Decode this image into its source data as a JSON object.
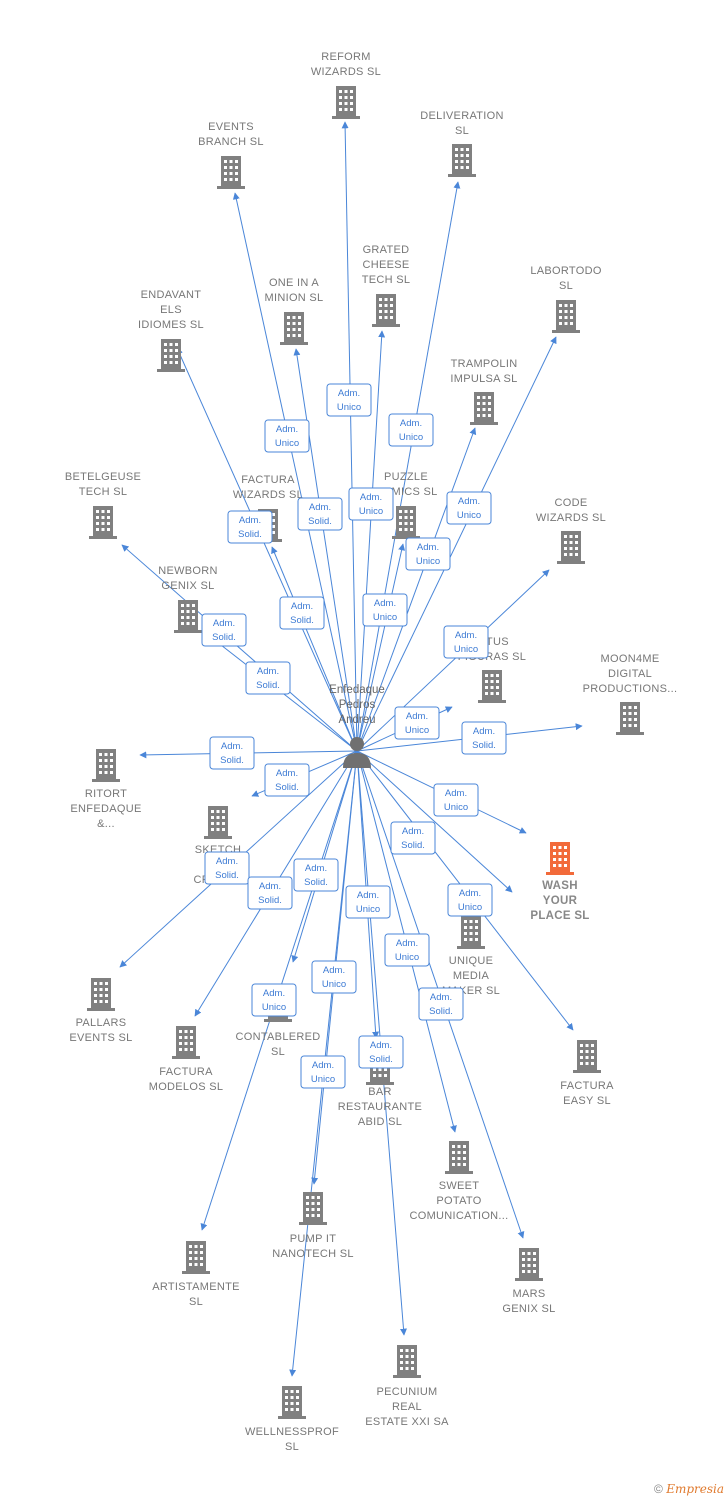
{
  "center": {
    "label": [
      "Enfedaque",
      "Pedros",
      "Andreu"
    ],
    "icon": "person-icon"
  },
  "colors": {
    "edge": "#4a86d8",
    "building": "#808080",
    "highlight": "#f26a3a"
  },
  "nodes": [
    {
      "id": "reform-wizards",
      "label": [
        "REFORM",
        "WIZARDS  SL"
      ]
    },
    {
      "id": "deliveration",
      "label": [
        "DELIVERATION",
        "SL"
      ]
    },
    {
      "id": "events-branch",
      "label": [
        "EVENTS",
        "BRANCH  SL"
      ]
    },
    {
      "id": "grated-cheese-tech",
      "label": [
        "GRATED",
        "CHEESE",
        "TECH  SL"
      ]
    },
    {
      "id": "labortodo",
      "label": [
        "LABORTODO",
        "SL"
      ]
    },
    {
      "id": "one-in-a-minion",
      "label": [
        "ONE IN A",
        "MINION  SL"
      ]
    },
    {
      "id": "endavant-els-idiomes",
      "label": [
        "ENDAVANT",
        "ELS",
        "IDIOMES  SL"
      ]
    },
    {
      "id": "trampolin-impulsa",
      "label": [
        "TRAMPOLIN",
        "IMPULSA  SL"
      ]
    },
    {
      "id": "betelgeuse-tech",
      "label": [
        "BETELGEUSE",
        "TECH  SL"
      ]
    },
    {
      "id": "factura-wizards",
      "label": [
        "FACTURA",
        "WIZARDS  SL"
      ]
    },
    {
      "id": "puzzle-comics",
      "label": [
        "PUZZLE",
        "COMICS  SL"
      ]
    },
    {
      "id": "code-wizards",
      "label": [
        "CODE",
        "WIZARDS  SL"
      ]
    },
    {
      "id": "newborn-genix",
      "label": [
        "NEWBORN",
        "GENIX  SL"
      ]
    },
    {
      "id": "tus-figuras",
      "label": [
        "S TUS",
        "FIGURAS  SL"
      ]
    },
    {
      "id": "moon4me",
      "label": [
        "MOON4ME",
        "DIGITAL",
        "PRODUCTIONS..."
      ]
    },
    {
      "id": "ritort-enfedaque",
      "label": [
        "RITORT",
        "ENFEDAQUE",
        "&..."
      ]
    },
    {
      "id": "sketch-es-creativ",
      "label": [
        "SKETCH",
        "ES",
        "CREATIV"
      ]
    },
    {
      "id": "wash-your-place",
      "label": [
        "WASH",
        "YOUR",
        "PLACE  SL"
      ],
      "highlight": true
    },
    {
      "id": "unique-media",
      "label": [
        "UNIQUE",
        "MEDIA",
        "MAKER  SL"
      ]
    },
    {
      "id": "pallars-events",
      "label": [
        "PALLARS",
        "EVENTS  SL"
      ]
    },
    {
      "id": "factura-modelos",
      "label": [
        "FACTURA",
        "MODELOS  SL"
      ]
    },
    {
      "id": "contablered",
      "label": [
        "CONTABLERED",
        "SL"
      ]
    },
    {
      "id": "bar-restaurante-abid",
      "label": [
        "BAR",
        "RESTAURANTE",
        "ABID  SL"
      ]
    },
    {
      "id": "factura-easy",
      "label": [
        "FACTURA",
        "EASY  SL"
      ]
    },
    {
      "id": "sweet-potato",
      "label": [
        "SWEET",
        "POTATO",
        "COMUNICATION..."
      ]
    },
    {
      "id": "pump-it-nanotech",
      "label": [
        "PUMP IT",
        "NANOTECH  SL"
      ]
    },
    {
      "id": "artistamente",
      "label": [
        "ARTISTAMENTE",
        "SL"
      ]
    },
    {
      "id": "mars-genix",
      "label": [
        "MARS",
        "GENIX  SL"
      ]
    },
    {
      "id": "pecunium-real-estate",
      "label": [
        "PECUNIUM",
        "REAL",
        "ESTATE XXI SA"
      ]
    },
    {
      "id": "wellnessprof",
      "label": [
        "WELLNESSPROF",
        "SL"
      ]
    }
  ],
  "relations": [
    {
      "node": "reform-wizards",
      "label": [
        "Adm.",
        "Unico"
      ]
    },
    {
      "node": "deliveration",
      "label": [
        "Adm.",
        "Unico"
      ]
    },
    {
      "node": "events-branch",
      "label": [
        "Adm.",
        "Unico"
      ]
    },
    {
      "node": "grated-cheese-tech",
      "label": [
        "Adm.",
        "Unico"
      ]
    },
    {
      "node": "labortodo",
      "label": [
        "Adm.",
        "Unico"
      ]
    },
    {
      "node": "one-in-a-minion",
      "label": [
        "Adm.",
        "Solid."
      ]
    },
    {
      "node": "endavant-els-idiomes",
      "label": [
        "Adm.",
        "Solid."
      ]
    },
    {
      "node": "trampolin-impulsa",
      "label": [
        "Adm.",
        "Unico"
      ]
    },
    {
      "node": "betelgeuse-tech",
      "label": [
        "Adm.",
        "Solid."
      ]
    },
    {
      "node": "factura-wizards",
      "label": [
        "Adm.",
        "Solid."
      ]
    },
    {
      "node": "puzzle-comics",
      "label": [
        "Adm.",
        "Unico"
      ]
    },
    {
      "node": "code-wizards",
      "label": [
        "Adm.",
        "Unico"
      ]
    },
    {
      "node": "newborn-genix",
      "label": [
        "Adm.",
        "Solid."
      ]
    },
    {
      "node": "tus-figuras",
      "label": [
        "Adm.",
        "Unico"
      ]
    },
    {
      "node": "moon4me",
      "label": [
        "Adm.",
        "Solid."
      ]
    },
    {
      "node": "ritort-enfedaque",
      "label": [
        "Adm.",
        "Solid."
      ]
    },
    {
      "node": "sketch-es-creativ",
      "label": [
        "Adm.",
        "Solid."
      ]
    },
    {
      "node": "wash-your-place",
      "label": [
        "Adm.",
        "Unico"
      ]
    },
    {
      "node": "unique-media",
      "label": [
        "Adm.",
        "Solid."
      ]
    },
    {
      "node": "pallars-events",
      "label": [
        "Adm.",
        "Solid."
      ]
    },
    {
      "node": "factura-modelos",
      "label": [
        "Adm.",
        "Solid."
      ]
    },
    {
      "node": "contablered",
      "label": [
        "Adm.",
        "Solid."
      ]
    },
    {
      "node": "bar-restaurante-abid",
      "label": [
        "Adm.",
        "Unico"
      ]
    },
    {
      "node": "factura-easy",
      "label": [
        "Adm.",
        "Unico"
      ]
    },
    {
      "node": "sweet-potato",
      "label": [
        "Adm.",
        "Unico"
      ]
    },
    {
      "node": "pump-it-nanotech",
      "label": [
        "Adm.",
        "Unico"
      ]
    },
    {
      "node": "artistamente",
      "label": [
        "Adm.",
        "Unico"
      ]
    },
    {
      "node": "mars-genix",
      "label": [
        "Adm.",
        "Solid."
      ]
    },
    {
      "node": "pecunium-real-estate",
      "label": [
        "Adm.",
        "Solid."
      ]
    },
    {
      "node": "wellnessprof",
      "label": [
        "Adm.",
        "Unico"
      ]
    }
  ],
  "footer": {
    "copyright": "©",
    "brand": "Empresia"
  }
}
